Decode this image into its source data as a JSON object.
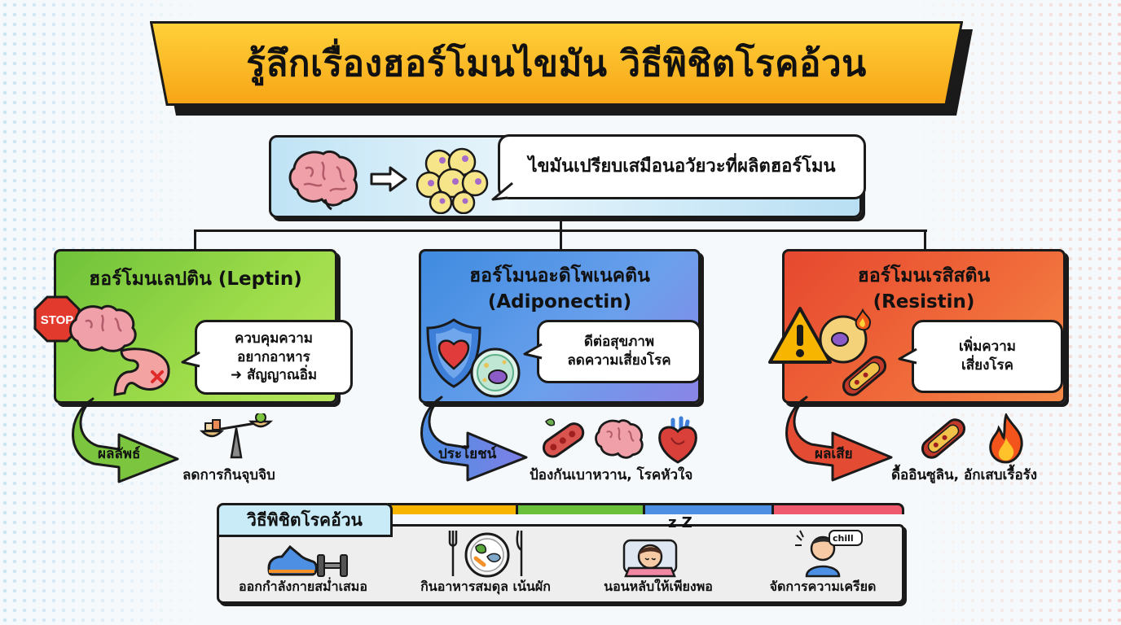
{
  "title": "รู้ลึกเรื่องฮอร์โมนไขมัน วิธีพิชิตโรคอ้วน",
  "intro": {
    "speech": "ไขมันเปรียบเสมือนอวัยวะที่ผลิตฮอร์โมน"
  },
  "hormones": [
    {
      "title": "ฮอร์โมนเลปติน (Leptin)",
      "sign": "STOP",
      "speech_line1": "ควบคุมความ",
      "speech_line2": "อยากอาหาร",
      "speech_line3": "สัญญาณอิ่ม",
      "result_label": "ผลลัพธ์",
      "result_text": "ลดการกินจุบจิบ"
    },
    {
      "title_line1": "ฮอร์โมนอะดิโพเนคติน",
      "title_line2": "(Adiponectin)",
      "speech_line1": "ดีต่อสุขภาพ",
      "speech_line2": "ลดความเสี่ยงโรค",
      "result_label": "ประโยชน์",
      "result_text": "ป้องกันเบาหวาน, โรคหัวใจ"
    },
    {
      "title_line1": "ฮอร์โมนเรสิสติน",
      "title_line2": "(Resistin)",
      "speech_line1": "เพิ่มความ",
      "speech_line2": "เสี่ยงโรค",
      "result_label": "ผลเสีย",
      "result_text": "ดื้ออินซูลิน, อักเสบเรื้อรัง"
    }
  ],
  "methods": {
    "tab": "วิธีพิชิตโรคอ้วน",
    "items": [
      {
        "label": "ออกกำลังกายสม่ำเสมอ",
        "icon": "sneaker-dumbbell-icon"
      },
      {
        "label": "กินอาหารสมดุล เน้นผัก",
        "icon": "plate-icon"
      },
      {
        "label": "นอนหลับให้เพียงพอ",
        "icon": "sleeping-person-icon",
        "zz": "z Z"
      },
      {
        "label": "จัดการความเครียด",
        "icon": "chill-person-icon",
        "bubble": "chill"
      }
    ]
  },
  "colors": {
    "title_gold": "#f7a416",
    "leptin_green": "#7cc63f",
    "adipo_blue": "#4d8fe3",
    "resistin_red": "#ea5432"
  }
}
